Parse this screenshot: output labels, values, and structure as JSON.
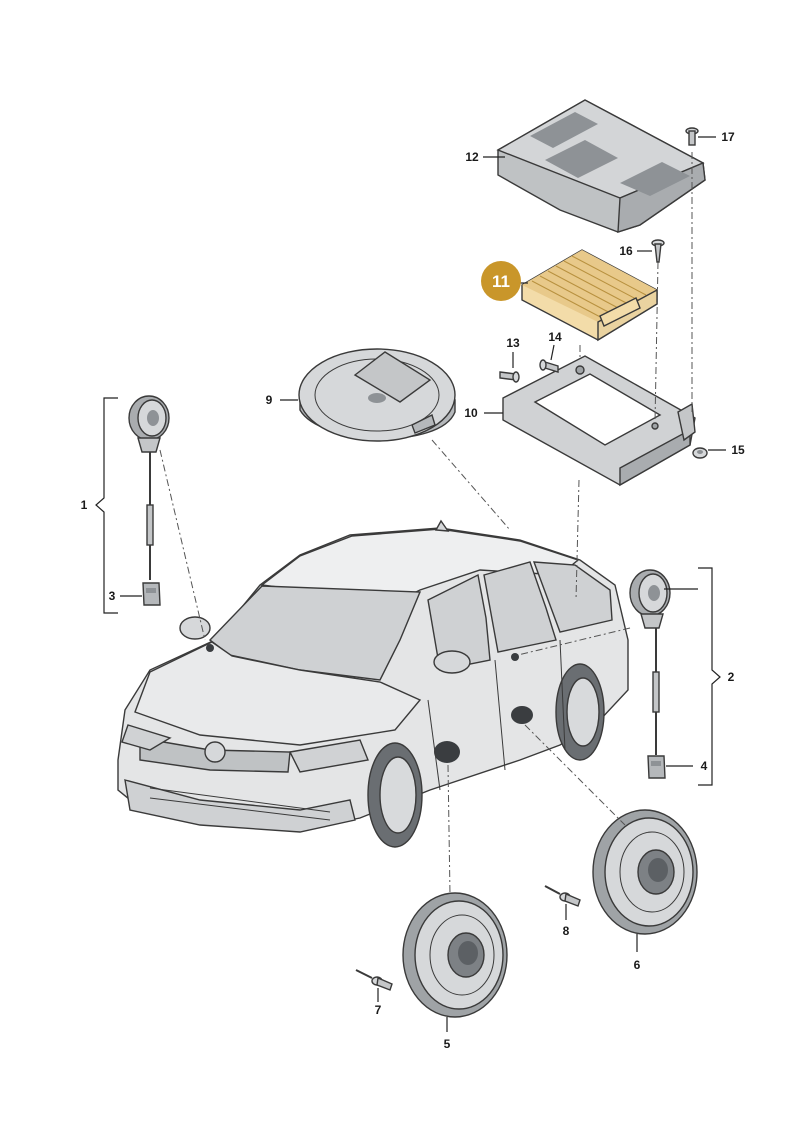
{
  "callouts": {
    "c1": "1",
    "c2": "2",
    "c3": "3",
    "c4": "4",
    "c5": "5",
    "c6": "6",
    "c7": "7",
    "c8": "8",
    "c9": "9",
    "c10": "10",
    "c11": "11",
    "c12": "12",
    "c13": "13",
    "c14": "14",
    "c15": "15",
    "c16": "16",
    "c17": "17"
  },
  "highlight": {
    "part_number": "11",
    "color": "#c9962a"
  },
  "colors": {
    "part_fill": "#d6d8da",
    "part_dark": "#9fa3a6",
    "highlight_part": "#f3dca9",
    "car_body": "#e4e5e6"
  }
}
